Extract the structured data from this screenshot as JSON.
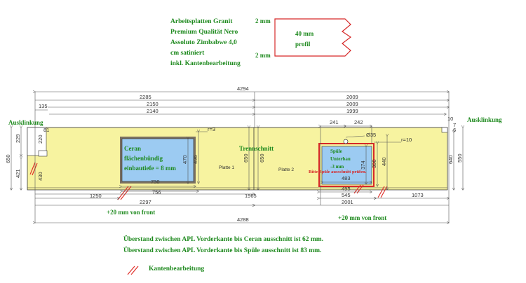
{
  "header": {
    "lines": [
      "Arbeitsplatten Granit",
      "Premium Qualität Nero",
      "Assoluto Zimbabwe 4,0",
      "cm satiniert",
      "inkl. Kantenbearbeitung"
    ]
  },
  "profile": {
    "top_label": "2 mm",
    "bottom_label": "2 mm",
    "thickness": "40 mm",
    "name": "profil"
  },
  "labels": {
    "ausklinkung_left": "Ausklinkung",
    "ausklinkung_right": "Ausklinkung",
    "trennschnitt": "Trennschnitt",
    "platte1": "Platte 1",
    "platte2": "Platte 2",
    "front_left": "+20 mm von front",
    "front_right": "+20 mm von front",
    "ceran_line1": "Ceran",
    "ceran_line2": "flächenbündig",
    "ceran_line3": "einbautiefe = 8 mm",
    "spuele_line1": "Spüle",
    "spuele_line2": "Unterbau",
    "spuele_line3": "-3 mm",
    "spuele_note": "Bitte Spüle ausschnitt prüfen.",
    "radius_ceran": "r=3",
    "radius_sink": "r=10",
    "tap_hole": "Ø35"
  },
  "dimensions": {
    "total_top": "4294",
    "total_bottom": "4288",
    "left_2285": "2285",
    "left_2150": "2150",
    "left_2140": "2140",
    "left_135": "135",
    "right_2009a": "2009",
    "right_2009b": "2009",
    "right_1999": "1999",
    "right_10": "10",
    "ceran_width": "730",
    "ceran_height": "470",
    "ceran_depth": "496",
    "ceran_756": "756",
    "ceran_1250": "1250",
    "ceran_2297": "2297",
    "split_1965": "1965",
    "depth_650a": "650",
    "depth_650b": "650",
    "depth_650c": "650",
    "depth_640": "640",
    "depth_550": "550",
    "notch_229": "229",
    "notch_220": "220",
    "notch_421": "421",
    "notch_430": "430",
    "sink_241": "241",
    "sink_242": "242",
    "sink_483": "483",
    "sink_390": "390",
    "sink_374": "374",
    "sink_440": "440",
    "sink_495": "495",
    "sink_545": "545",
    "sink_2001": "2001",
    "sink_1073": "1073",
    "right_7": "7",
    "right_6": "6",
    "left_81": "81"
  },
  "notes": {
    "ceran_overhang": "Überstand zwischen APL Vorderkante bis Ceran ausschnitt ist 62 mm.",
    "sink_overhang": "Überstand zwischen APL Vorderkante bis Spüle ausschnitt ist 83 mm.",
    "legend_label": "Kantenbearbeitung"
  },
  "colors": {
    "worktop": "#f7f3a0",
    "ceran_fill": "#9ccbf2",
    "edge_red": "#e0312b",
    "dimension_line": "#555555",
    "label_green": "#1f8a1f"
  }
}
